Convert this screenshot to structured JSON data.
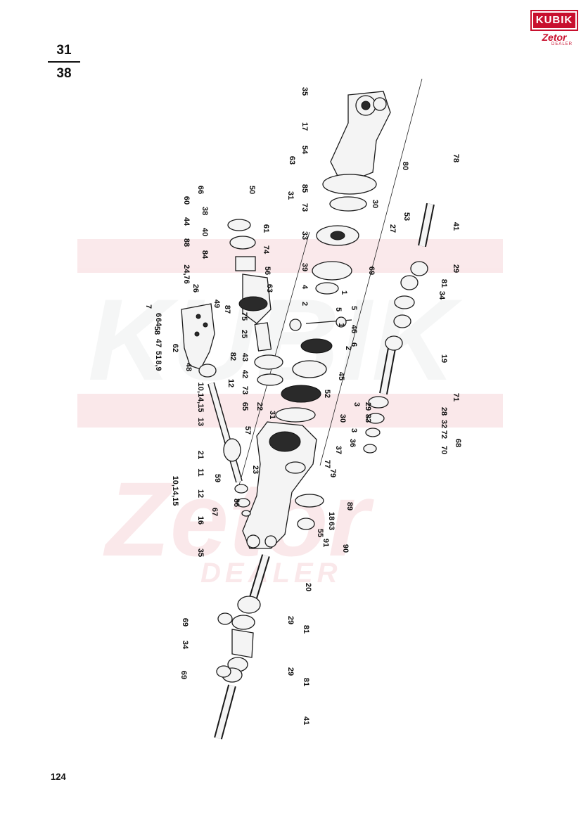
{
  "header": {
    "fraction_top": "31",
    "fraction_bottom": "38"
  },
  "logo": {
    "brand": "KUBIK",
    "sub": "Zetor",
    "dealer": "DEALER",
    "accent": "#c8102e"
  },
  "watermark": {
    "brand": "KUBIK",
    "sub": "Zetor",
    "dealer": "DEALER",
    "color": "#f3d0d3"
  },
  "footer": {
    "page_number": "124"
  },
  "callouts": [
    "35",
    "17",
    "54",
    "63",
    "78",
    "80",
    "66",
    "60",
    "38",
    "44",
    "50",
    "61",
    "88",
    "40",
    "84",
    "74",
    "24,76",
    "56",
    "63",
    "26",
    "31",
    "85",
    "73",
    "30",
    "53",
    "27",
    "33",
    "39",
    "41",
    "69",
    "29",
    "81",
    "34",
    "4",
    "2",
    "5",
    "1",
    "87",
    "7",
    "6",
    "64",
    "49",
    "58",
    "47",
    "51",
    "62",
    "8,9",
    "25",
    "75",
    "46",
    "82",
    "48",
    "12",
    "42",
    "43",
    "45",
    "52",
    "19",
    "10,14,15",
    "13",
    "73",
    "65",
    "22",
    "57",
    "31",
    "30",
    "29",
    "83",
    "36",
    "71",
    "28",
    "32",
    "72",
    "37",
    "77",
    "70",
    "68",
    "79",
    "21",
    "11",
    "59",
    "23",
    "10,14,15",
    "12",
    "86",
    "67",
    "89",
    "18",
    "16",
    "63",
    "55",
    "91",
    "90",
    "35",
    "20",
    "69",
    "29",
    "81",
    "34",
    "69",
    "29",
    "81",
    "41",
    "3",
    "6",
    "2",
    "1",
    "5",
    "3"
  ]
}
